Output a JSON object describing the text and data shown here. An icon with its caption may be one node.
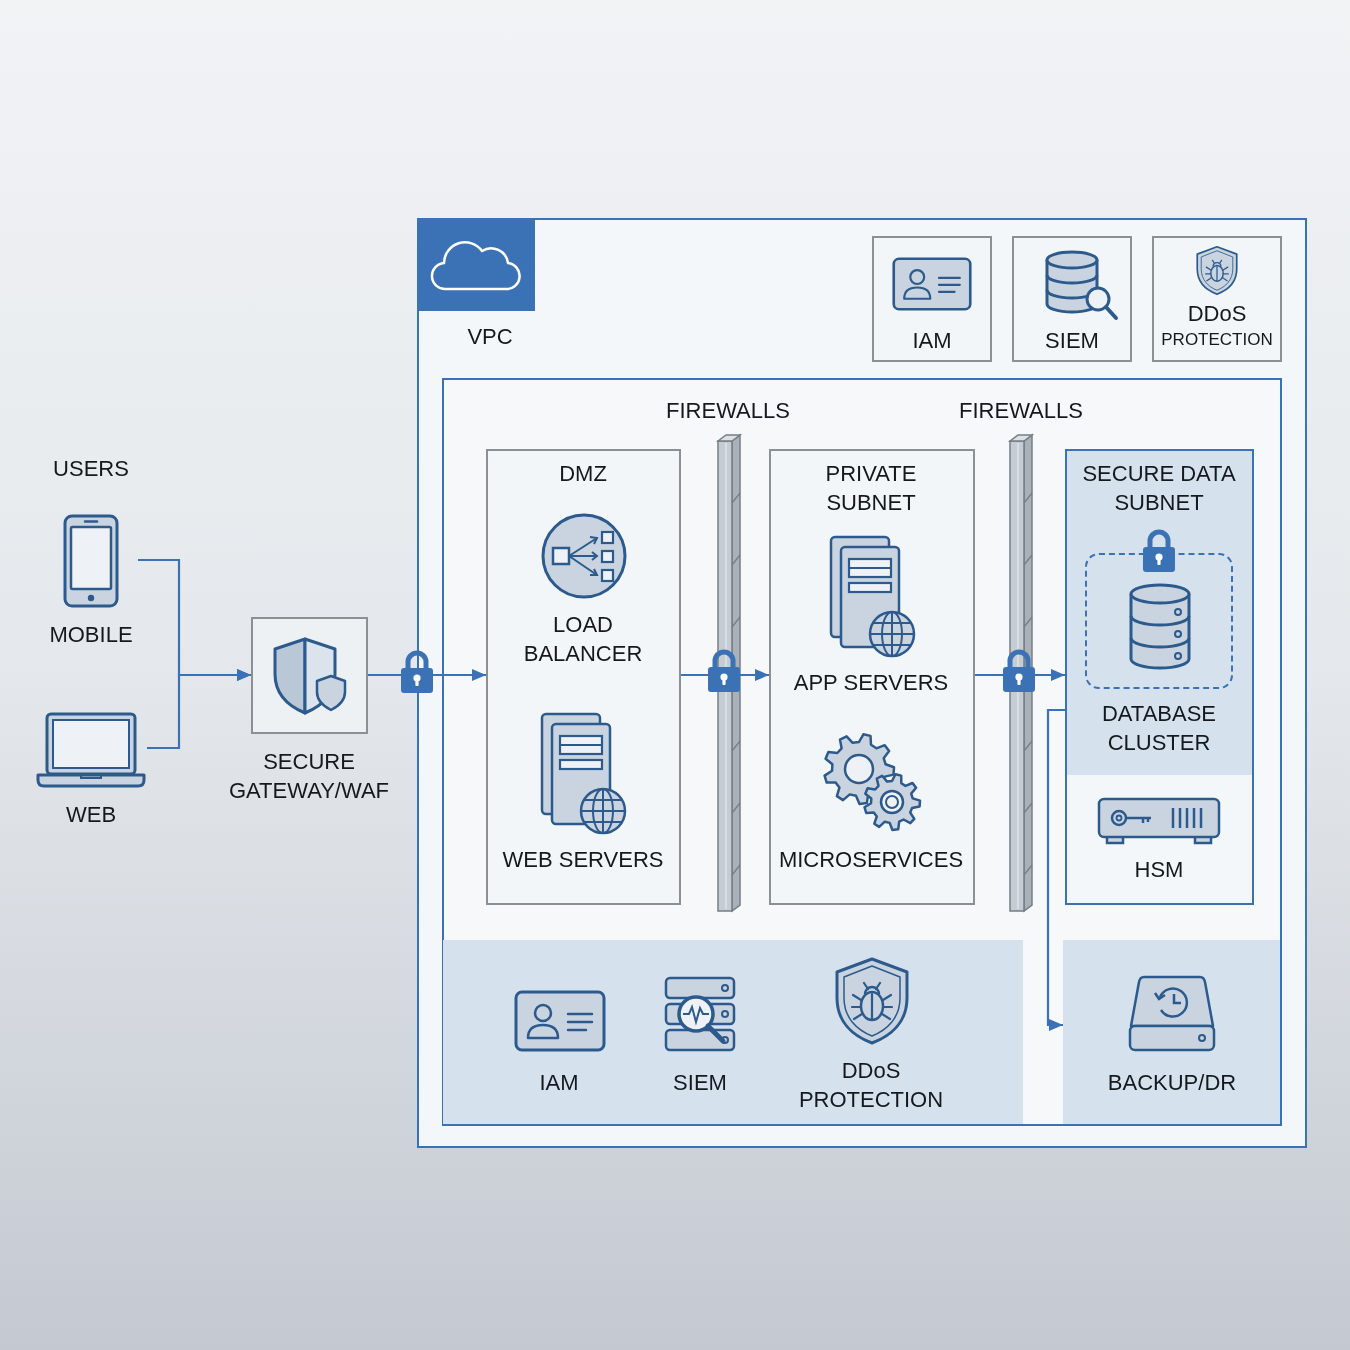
{
  "diagram": {
    "nodes": [
      {
        "text": [
          "MOBILE"
        ]
      },
      {
        "text": [
          "WEB"
        ]
      },
      {
        "text": [
          "SECURE GATEWAY/WAF"
        ]
      },
      {
        "text": [
          "VPC"
        ]
      },
      {
        "text": [
          "IAM"
        ],
        "in": 3
      },
      {
        "text": [
          "SIEM"
        ],
        "in": 3
      },
      {
        "text": [
          "DDoS",
          "PROTECTION"
        ],
        "in": 3
      },
      {
        "text": [],
        "shape": "box",
        "in": 3
      },
      {
        "text": [
          "FIREWALLS"
        ],
        "in": 7
      },
      {
        "text": [
          "FIREWALLS"
        ],
        "in": 7
      },
      {
        "text": [
          "DMZ",
          "LOAD BALANCER",
          "WEB SERVERS"
        ],
        "in": 7
      },
      {
        "text": [
          "PRIVATE SUBNET",
          "APP SERVERS",
          "MICROSERVICES"
        ],
        "in": 7
      },
      {
        "text": [
          "SECURE DATA SUBNET",
          "HSM"
        ],
        "in": 7
      },
      {
        "text": [
          "DATABASE CLUSTER"
        ],
        "in": 12
      },
      {
        "text": [
          "IAM",
          "SIEM",
          "DDoS PROTECTION"
        ],
        "in": 7
      },
      {
        "text": [
          "BACKUP/DR"
        ],
        "in": 7
      }
    ],
    "edges": [
      {
        "from": 0,
        "to": 2,
        "arrow": "to"
      },
      {
        "from": 1,
        "to": 2,
        "arrow": "to"
      },
      {
        "from": 2,
        "to": 10,
        "arrow": "to"
      },
      {
        "from": 10,
        "to": 11,
        "arrow": "to"
      },
      {
        "from": 11,
        "to": 12,
        "arrow": "to"
      },
      {
        "from": 12,
        "to": 15,
        "arrow": "to"
      }
    ],
    "labels": [
      "USERS"
    ]
  }
}
